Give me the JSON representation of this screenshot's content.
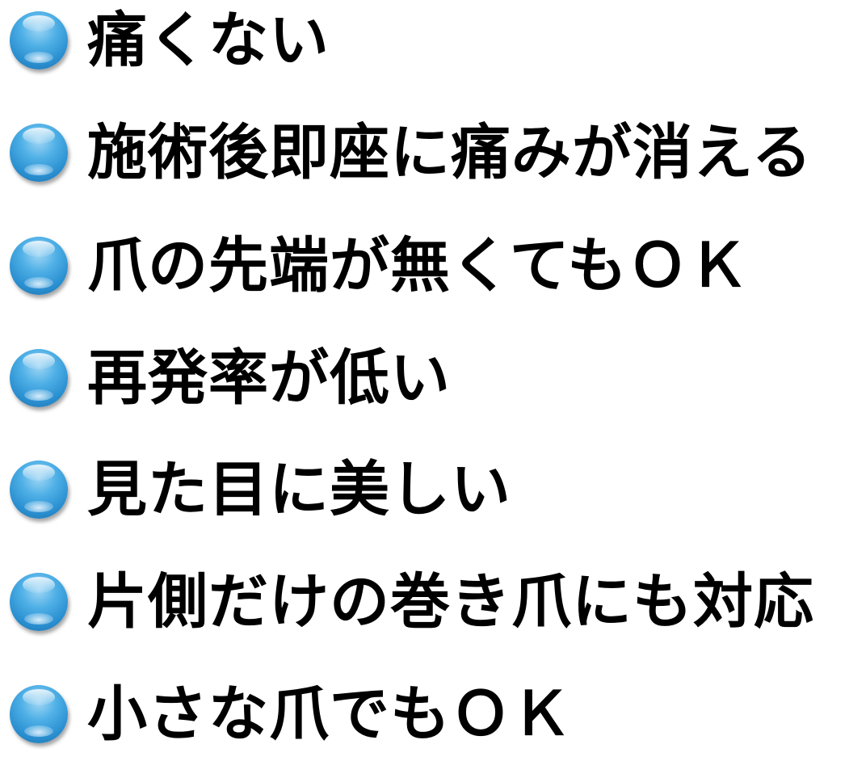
{
  "items": [
    {
      "label": "痛くない"
    },
    {
      "label": "施術後即座に痛みが消える"
    },
    {
      "label": "爪の先端が無くてもＯＫ"
    },
    {
      "label": "再発率が低い"
    },
    {
      "label": "見た目に美しい"
    },
    {
      "label": "片側だけの巻き爪にも対応"
    },
    {
      "label": "小さな爪でもＯＫ"
    }
  ],
  "colors": {
    "bullet": "#3a9fdc",
    "text": "#000000"
  }
}
